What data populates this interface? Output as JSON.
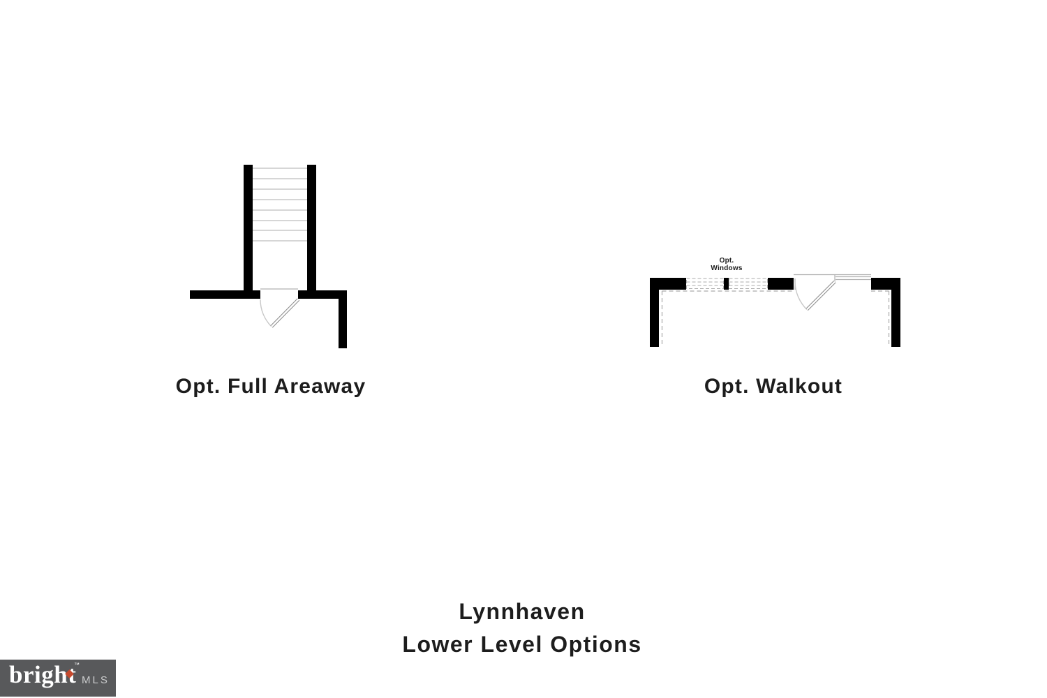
{
  "title": {
    "line1": "Lynnhaven",
    "line2": "Lower Level Options"
  },
  "diagrams": {
    "areaway": {
      "label": "Opt. Full Areaway"
    },
    "walkout": {
      "label": "Opt. Walkout",
      "windows_label": {
        "line1": "Opt.",
        "line2": "Windows"
      }
    }
  },
  "logo": {
    "brand": "bright",
    "trademark": "™",
    "suffix": "MLS",
    "colors": {
      "background": "#58595b",
      "brand_text": "#ffffff",
      "suffix_text": "#cbcccd",
      "accent_diamond": "#c64a2e"
    }
  },
  "colors": {
    "background": "#ffffff",
    "wall": "#000000",
    "stair_tread": "#c8c8c8",
    "thin_line": "#b0b0b0",
    "door_line": "#8f8f8f",
    "dashed_line": "#ababab",
    "label_text": "#1d1d1d"
  }
}
